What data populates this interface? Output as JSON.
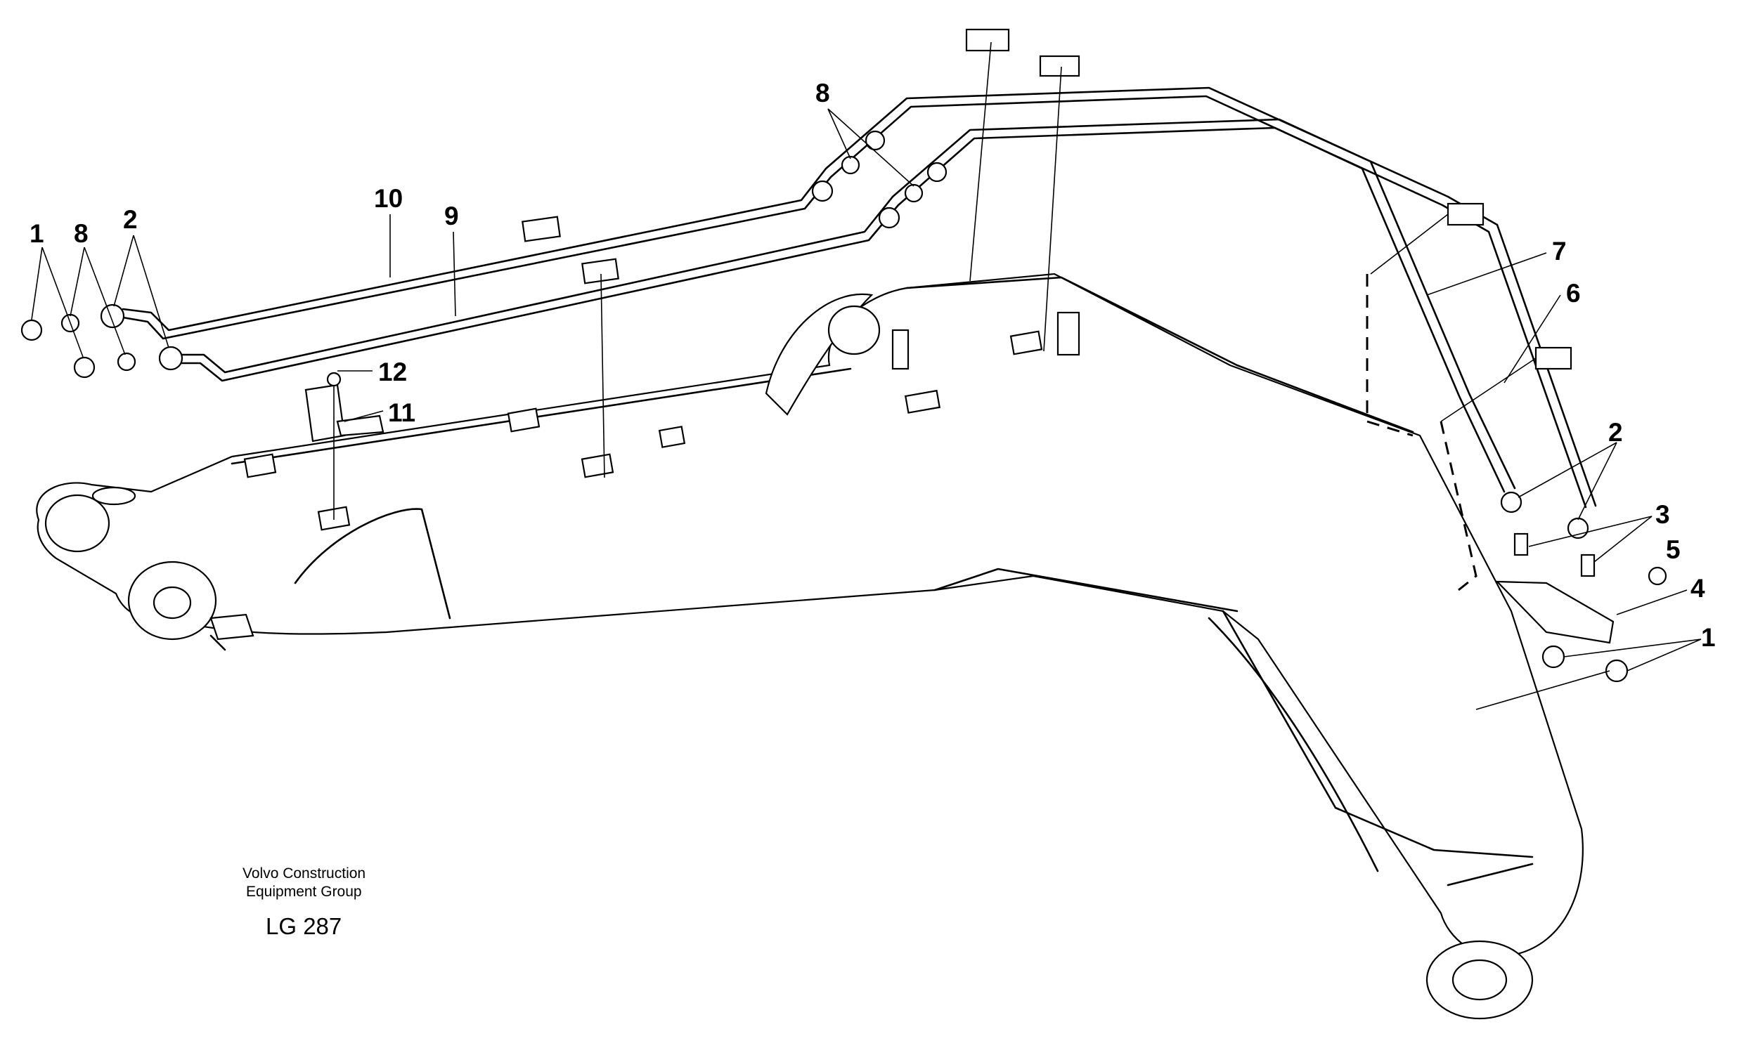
{
  "diagram": {
    "subject": "Excavator boom with hydraulic lines",
    "callouts": {
      "c1a": "1",
      "c8a": "8",
      "c2a": "2",
      "c10": "10",
      "c9": "9",
      "c8b": "8",
      "c12": "12",
      "c11": "11",
      "c7": "7",
      "c6": "6",
      "c2b": "2",
      "c3": "3",
      "c5": "5",
      "c4": "4",
      "c1b": "1"
    },
    "caption": {
      "line1": "Volvo Construction",
      "line2": "Equipment Group",
      "code": "LG 287"
    }
  }
}
